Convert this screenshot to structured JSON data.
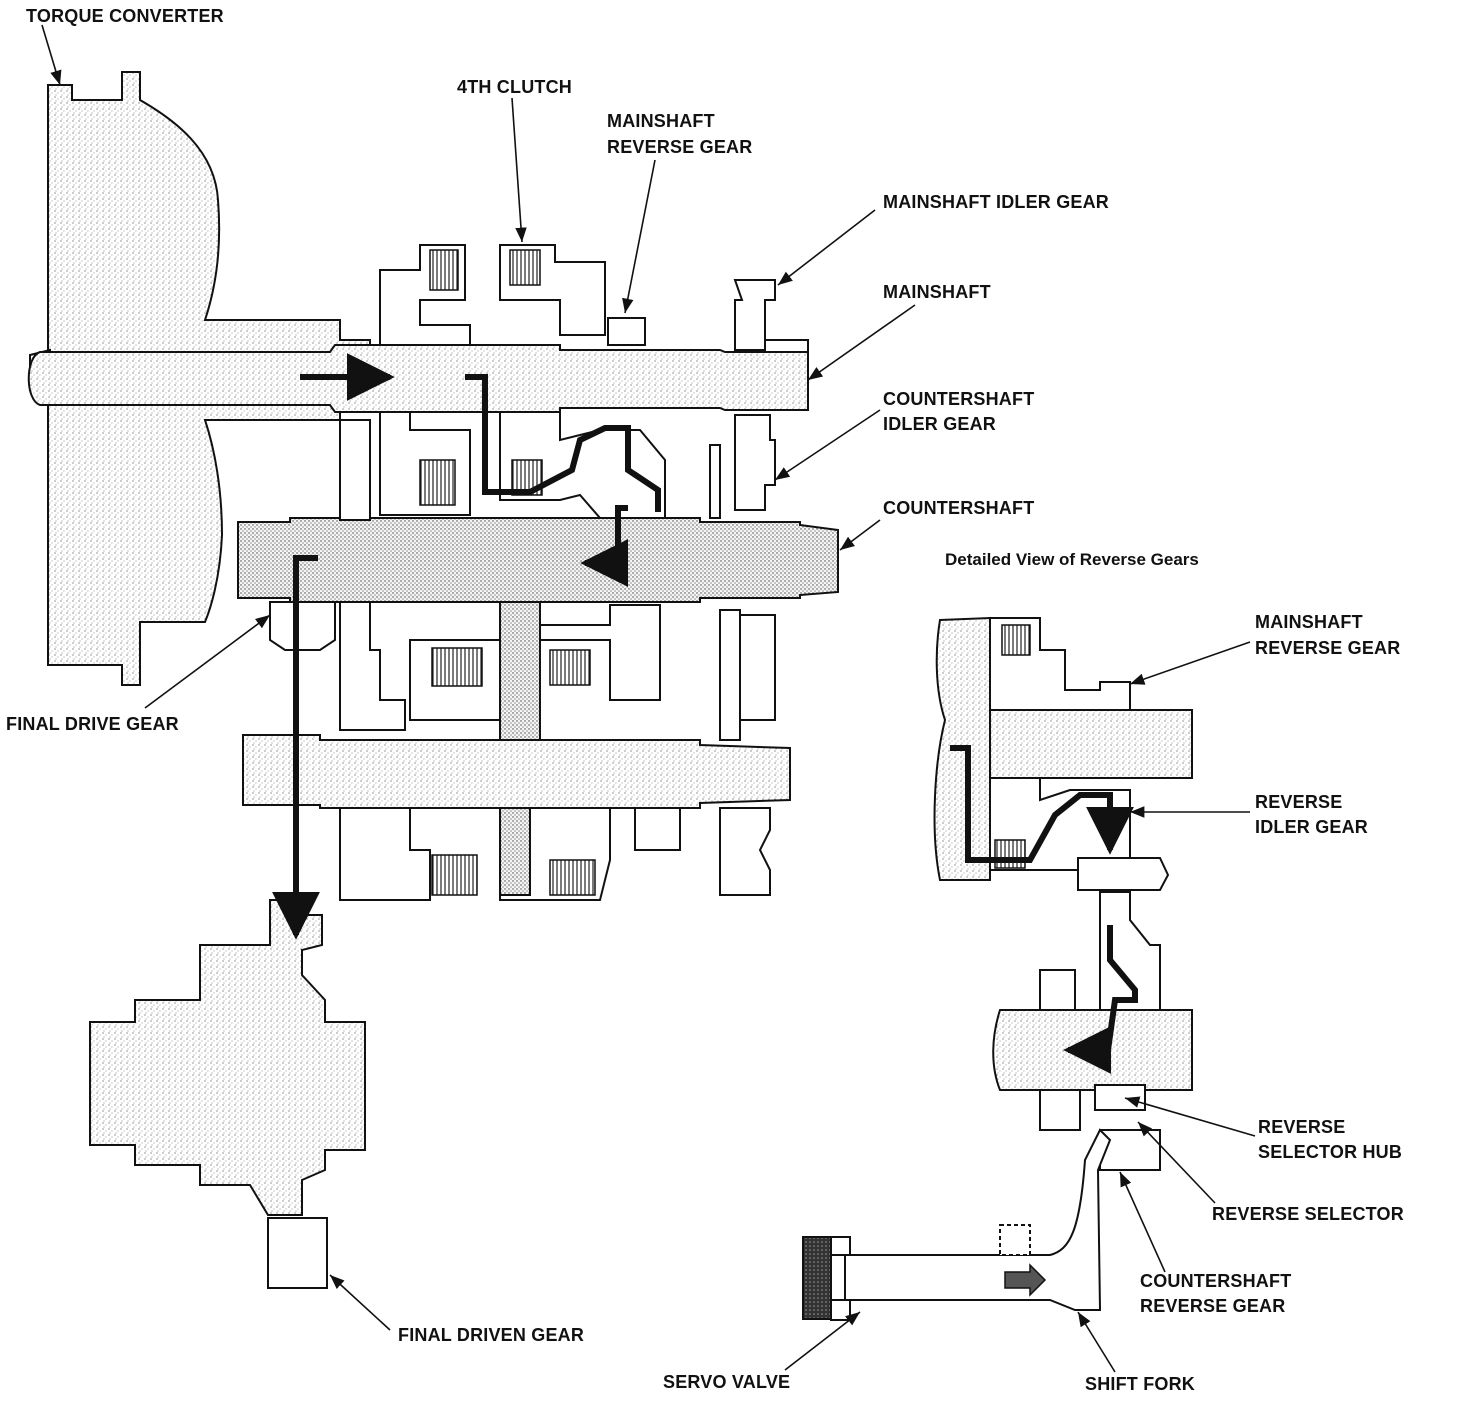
{
  "labels": {
    "torque_converter": "TORQUE CONVERTER",
    "fourth_clutch": "4TH CLUTCH",
    "mainshaft_reverse_gear_1": "MAINSHAFT",
    "mainshaft_reverse_gear_2": "REVERSE GEAR",
    "mainshaft_idler_gear": "MAINSHAFT IDLER GEAR",
    "mainshaft": "MAINSHAFT",
    "countershaft_idler_gear_1": "COUNTERSHAFT",
    "countershaft_idler_gear_2": "IDLER GEAR",
    "countershaft": "COUNTERSHAFT",
    "detailed_view_title": "Detailed View of Reverse Gears",
    "detail_mainshaft_reverse_gear_1": "MAINSHAFT",
    "detail_mainshaft_reverse_gear_2": "REVERSE GEAR",
    "reverse_idler_gear_1": "REVERSE",
    "reverse_idler_gear_2": "IDLER GEAR",
    "reverse_selector_hub_1": "REVERSE",
    "reverse_selector_hub_2": "SELECTOR HUB",
    "reverse_selector": "REVERSE SELECTOR",
    "countershaft_reverse_gear_1": "COUNTERSHAFT",
    "countershaft_reverse_gear_2": "REVERSE GEAR",
    "final_drive_gear": "FINAL DRIVE GEAR",
    "final_driven_gear": "FINAL DRIVEN GEAR",
    "servo_valve": "SERVO VALVE",
    "shift_fork": "SHIFT FORK"
  }
}
